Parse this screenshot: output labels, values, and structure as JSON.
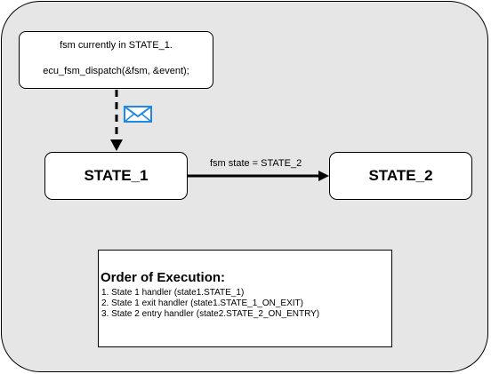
{
  "note": {
    "line1": "fsm currently in STATE_1.",
    "line2": "ecu_fsm_dispatch(&fsm, &event);"
  },
  "states": {
    "state1": "STATE_1",
    "state2": "STATE_2"
  },
  "transition": {
    "label": "fsm state = STATE_2"
  },
  "order": {
    "title": "Order of Execution:",
    "items": [
      "1. State 1 handler (state1.STATE_1)",
      "2. State 1 exit handler (state1.STATE_1_ON_EXIT)",
      "3. State 2 entry handler (state2.STATE_2_ON_ENTRY)"
    ]
  },
  "icons": {
    "event": "envelope-icon"
  },
  "colors": {
    "container_fill": "#e6e6e6",
    "envelope": "#1e88e5"
  }
}
